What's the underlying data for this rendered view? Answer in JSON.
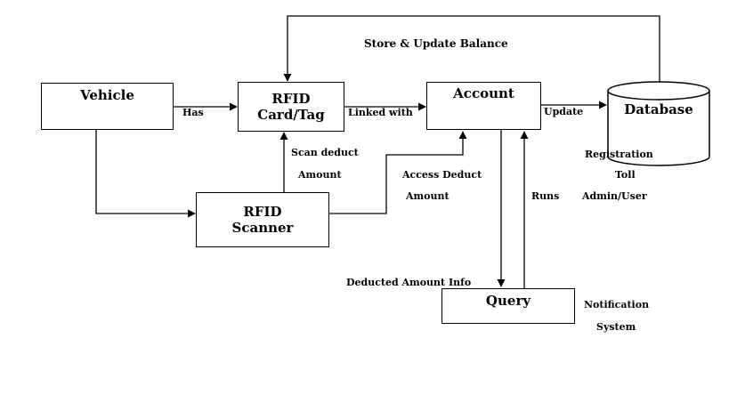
{
  "nodes": {
    "vehicle": "Vehicle",
    "rfid_card": "RFID\nCard/Tag",
    "account": "Account",
    "database": "Database",
    "rfid_scanner": "RFID\nScanner",
    "query": "Query"
  },
  "edges": {
    "has": "Has",
    "linked_with": "Linked with",
    "update": "Update",
    "store_update_balance": "Store & Update Balance",
    "scan_deduct": "Scan deduct",
    "amount_1": "Amount",
    "access_deduct": "Access Deduct",
    "amount_2": "Amount",
    "runs": "Runs",
    "deducted_amount_info": "Deducted Amount Info"
  },
  "annotations": {
    "registration": "Registration",
    "toll": "Toll",
    "admin_user": "Admin/User",
    "notification": "Notification",
    "system": "System"
  }
}
